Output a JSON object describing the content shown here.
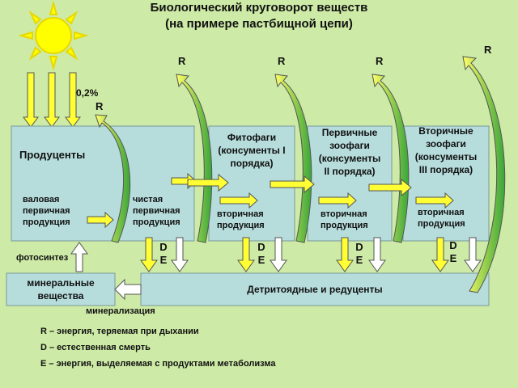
{
  "title": {
    "line1": "Биологический круговорот веществ",
    "line2": "(на примере пастбищной цепи)"
  },
  "percent": "0,2%",
  "r_label": "R",
  "producers": {
    "label": "Продуценты",
    "gross": "валовая\nпервичная\nпродукция",
    "net": "чистая\nпервичная\nпродукция"
  },
  "consumers": [
    {
      "label": "Фитофаги\n(консументы I\nпорядка)",
      "production": "вторичная\nпродукция"
    },
    {
      "label": "Первичные\nзоофаги\n(консументы\nII порядка)",
      "production": "вторичная\nпродукция"
    },
    {
      "label": "Вторичные\nзоофаги\n(консументы\nIII порядка)",
      "production": "вторичная\nпродукция"
    }
  ],
  "de_label": "D\nE",
  "photosynthesis": "фотосинтез",
  "minerals": "минеральные\nвещества",
  "decomposers": "Детритоядные и редуценты",
  "mineralization": "минерализация",
  "legend": [
    "R – энергия, теряемая при дыхании",
    "D – естественная смерть",
    "E – энергия, выделяемая с продуктами метаболизма"
  ],
  "colors": {
    "background": "#cdeaa6",
    "box": "#b6dcdc",
    "arrow_yellow": "#ffff33",
    "sun": "#ffff00"
  }
}
